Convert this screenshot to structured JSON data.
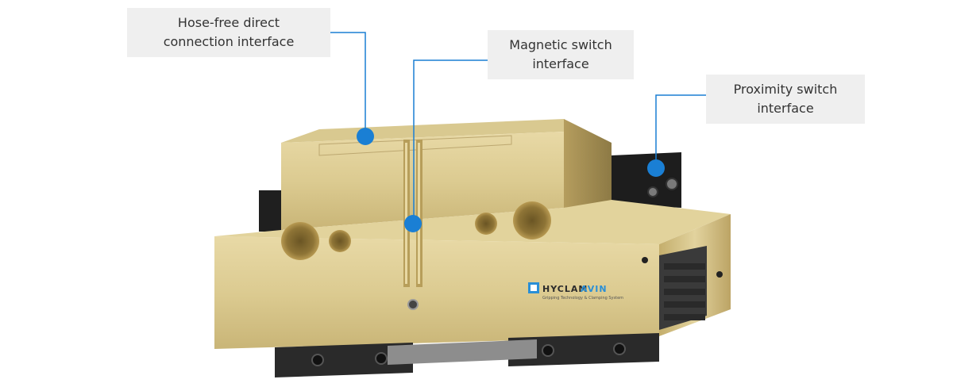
{
  "callouts": {
    "hose_free": {
      "line1": "Hose-free direct",
      "line2": "connection interface"
    },
    "magnetic": {
      "line1": "Magnetic switch",
      "line2": "interface"
    },
    "proximity": {
      "line1": "Proximity switch",
      "line2": "interface"
    }
  },
  "logo": {
    "brand_a": "HYCLAM",
    "brand_b": "AVIN",
    "tagline": "Gripping Technology & Clamping System"
  },
  "colors": {
    "marker": "#1a7fd4",
    "leader_line": "#1a7fd4",
    "callout_bg": "#efefef",
    "body_gold": "#d6c48e",
    "brand_accent": "#2a8fd6"
  }
}
